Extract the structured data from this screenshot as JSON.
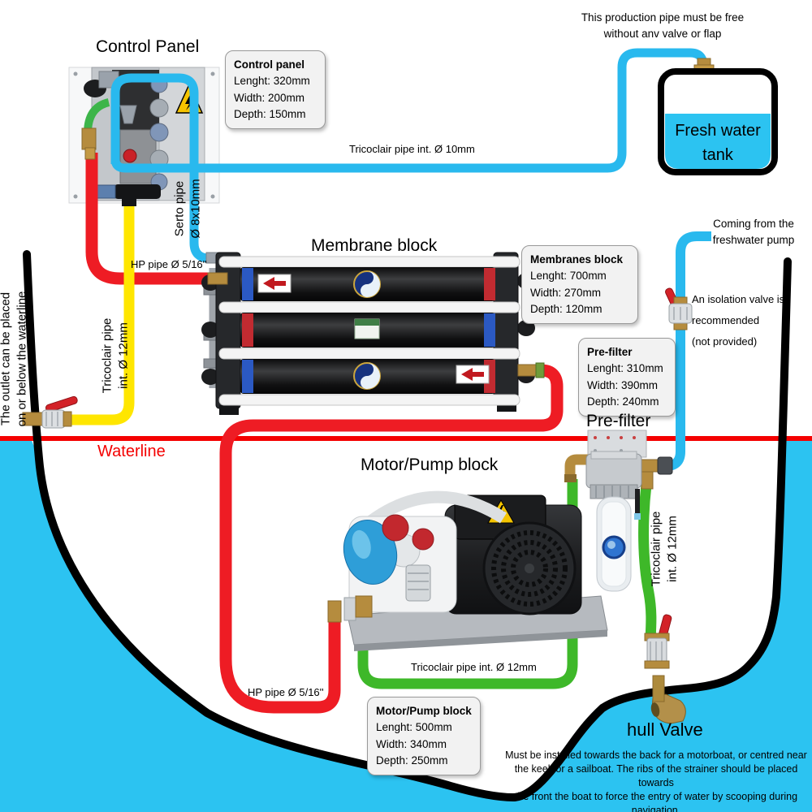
{
  "colors": {
    "water": "#2cc3f1",
    "pipe_cyan": "#29b9ee",
    "pipe_red": "#ee1c24",
    "pipe_yellow": "#ffe600",
    "pipe_green": "#3eb829",
    "waterline": "#f40000",
    "hull": "#000000",
    "brass": "#b58c3e"
  },
  "titles": {
    "control_panel": "Control Panel",
    "membrane_block": "Membrane block",
    "motor_pump_block": "Motor/Pump block",
    "pre_filter": "Pre-filter",
    "hull_valve": "hull Valve",
    "waterline": "Waterline",
    "fresh_water_tank": "Fresh water tank"
  },
  "info_boxes": {
    "control_panel": {
      "title": "Control panel",
      "lines": [
        "Lenght: 320mm",
        "Width: 200mm",
        "Depth: 150mm"
      ]
    },
    "membranes_block": {
      "title": "Membranes block",
      "lines": [
        "Lenght: 700mm",
        "Width: 270mm",
        "Depth: 120mm"
      ]
    },
    "pre_filter": {
      "title": "Pre-filter",
      "lines": [
        "Lenght: 310mm",
        "Width: 390mm",
        "Depth: 240mm"
      ]
    },
    "motor_pump_block": {
      "title": "Motor/Pump block",
      "lines": [
        "Lenght: 500mm",
        "Width: 340mm",
        "Depth: 250mm"
      ]
    }
  },
  "pipe_labels": {
    "hp_pipe_upper": "HP pipe Ø 5/16''",
    "hp_pipe_lower": "HP pipe Ø 5/16''",
    "tricoclair_10": "Tricoclair pipe int. Ø 10mm",
    "tricoclair_12": "Tricoclair pipe int. Ø 12mm",
    "serto": [
      "Serto pipe",
      "Ø 8x10mm"
    ],
    "tricoclair_12_lines": [
      "Tricoclair pipe",
      "int. Ø 12mm"
    ]
  },
  "notes": {
    "production": [
      "This production pipe must be free",
      "without anv valve or flap"
    ],
    "outlet": [
      "The outlet can be placed",
      "on or below the waterline"
    ],
    "coming_from": [
      "Coming from the",
      "freshwater pump"
    ],
    "isolation": [
      "An isolation valve is",
      "recommended",
      "(not provided)"
    ],
    "hull_valve": [
      "Must be installed towards the back for a motorboat, or centred near",
      "the keel for a sailboat. The ribs of the strainer should be placed towards",
      "the front the boat to force the entry of water by scooping during navigation."
    ]
  }
}
